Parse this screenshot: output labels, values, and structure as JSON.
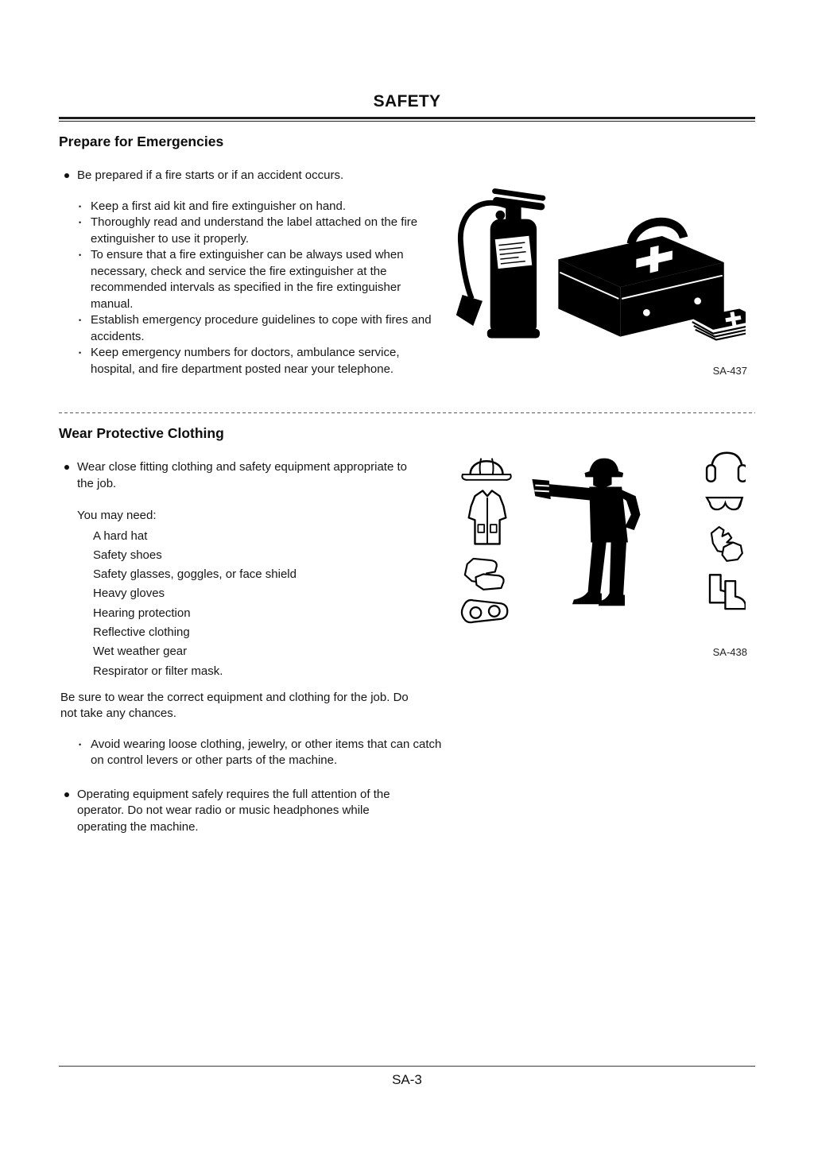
{
  "page": {
    "title": "SAFETY",
    "page_number": "SA-3"
  },
  "prepare": {
    "title": "Prepare for Emergencies",
    "bullet": "Be prepared if a fire starts or if an accident occurs.",
    "sub_bullets": [
      "Keep a first aid kit and fire extinguisher on hand.",
      "Thoroughly read and understand the label attached on the fire extinguisher to use it properly.",
      "To ensure that a fire extinguisher can be always used when necessary, check and service the fire extinguisher at the recommended intervals as specified in the fire extinguisher manual.",
      "Establish emergency procedure guidelines to cope with fires and accidents.",
      "Keep emergency numbers for doctors, ambulance service, hospital, and fire department posted near your telephone."
    ],
    "figure_caption": "SA-437"
  },
  "clothing": {
    "title": "Wear Protective Clothing",
    "bullet1": "Wear close fitting clothing and safety equipment appropriate to the job.",
    "needs_intro": "You may need:",
    "needs": [
      "A hard hat",
      "Safety shoes",
      "Safety glasses, goggles, or face shield",
      "Heavy gloves",
      "Hearing protection",
      "Reflective clothing",
      "Wet weather gear",
      "Respirator or filter mask."
    ],
    "note": "Be sure to wear the correct equipment and clothing for the job. Do not take any chances.",
    "sub_bullet": "Avoid wearing loose clothing, jewelry, or other items that can catch on control levers or other parts of the machine.",
    "bullet2": "Operating equipment safely requires the full attention of the operator. Do not wear radio or music headphones while operating the machine.",
    "figure_caption": "SA-438"
  }
}
